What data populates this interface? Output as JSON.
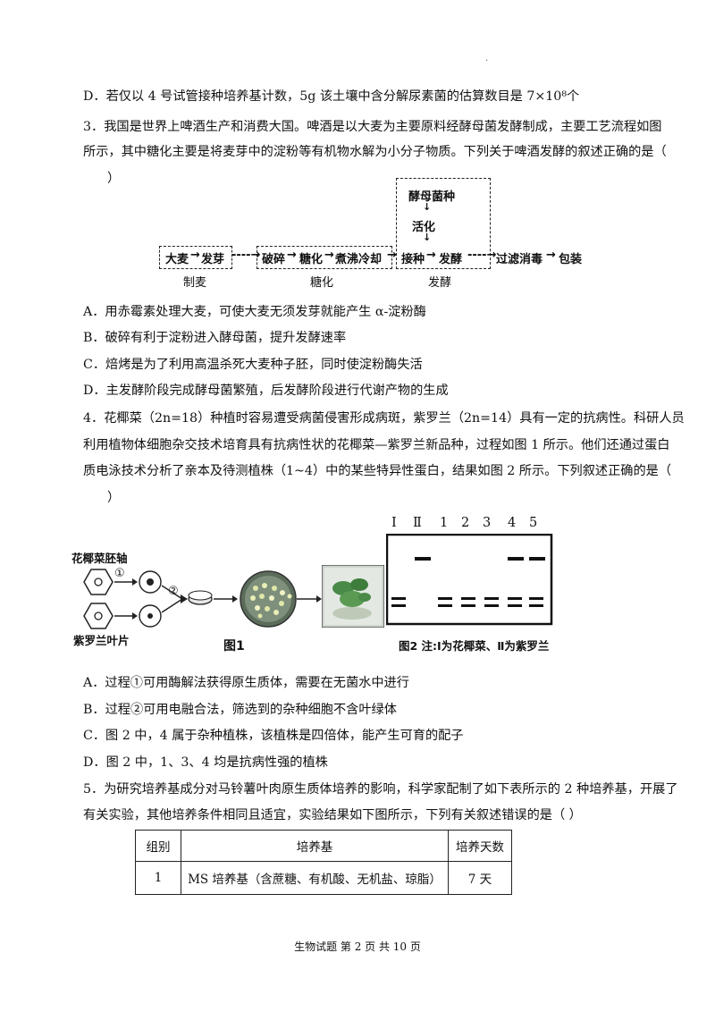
{
  "top_mark": ".",
  "q2_d": "D．若仅以 4 号试管接种培养基计数，5g 该土壤中含分解尿素菌的估算数目是 7×10⁸个",
  "q3": {
    "stem": [
      "3．我国是世界上啤酒生产和消费大国。啤酒是以大麦为主要原料经酵母菌发酵制成，主要工艺流程如图",
      "所示，其中糖化主要是将麦芽中的淀粉等有机物水解为小分子物质。下列关于啤酒发酵的叙述正确的是（",
      "）"
    ],
    "flow": {
      "yeast": "酵母菌种",
      "activate": "活化",
      "barley": "大麦",
      "germ": "发芽",
      "crush": "破碎",
      "sacch": "糖化",
      "boil": "煮沸冷却",
      "inoc": "接种",
      "ferm": "发酵",
      "filter": "过滤消毒",
      "pack": "包装",
      "label_malt": "制麦",
      "label_sacch": "糖化",
      "label_ferm": "发酵"
    },
    "options": [
      "A．用赤霉素处理大麦，可使大麦无须发芽就能产生 α-淀粉酶",
      "B．破碎有利于淀粉进入酵母菌，提升发酵速率",
      "C．焙烤是为了利用高温杀死大麦种子胚，同时使淀粉酶失活",
      "D．主发酵阶段完成酵母菌繁殖，后发酵阶段进行代谢产物的生成"
    ]
  },
  "q4": {
    "stem": [
      "4．花椰菜（2n=18）种植时容易遭受病菌侵害形成病斑，紫罗兰（2n=14）具有一定的抗病性。科研人员",
      "利用植物体细胞杂交技术培育具有抗病性状的花椰菜—紫罗兰新品种，过程如图 1 所示。他们还通过蛋白",
      "质电泳技术分析了亲本及待测植株（1~4）中的某些特异性蛋白，结果如图 2 所示。下列叙述正确的是（",
      "）"
    ],
    "fig1": {
      "label_top": "花椰菜胚轴",
      "label_bottom": "紫罗兰叶片",
      "step1": "①",
      "step2": "②",
      "caption": "图1"
    },
    "fig2": {
      "lanes": [
        "Ⅰ",
        "Ⅱ",
        "1",
        "2",
        "3",
        "4",
        "5"
      ],
      "caption": "图2 注:Ⅰ为花椰菜、Ⅱ为紫罗兰"
    },
    "options": [
      "A．过程①可用酶解法获得原生质体，需要在无菌水中进行",
      "B．过程②可用电融合法，筛选到的杂种细胞不含叶绿体",
      "C．图 2 中，4 属于杂种植株，该植株是四倍体，能产生可育的配子",
      "D．图 2 中，1、3、4 均是抗病性强的植株"
    ]
  },
  "q5": {
    "stem": [
      "5．为研究培养基成分对马铃薯叶肉原生质体培养的影响，科学家配制了如下表所示的 2 种培养基，开展了",
      "有关实验，其他培养条件相同且适宜，实验结果如下图所示，下列有关叙述错误的是（      ）"
    ],
    "table": {
      "headers": [
        "组别",
        "培养基",
        "培养天数"
      ],
      "rows": [
        [
          "1",
          "MS 培养基（含蔗糖、有机酸、无机盐、琼脂）",
          "7 天"
        ]
      ]
    }
  },
  "footer": "生物试题   第 2 页   共 10 页"
}
